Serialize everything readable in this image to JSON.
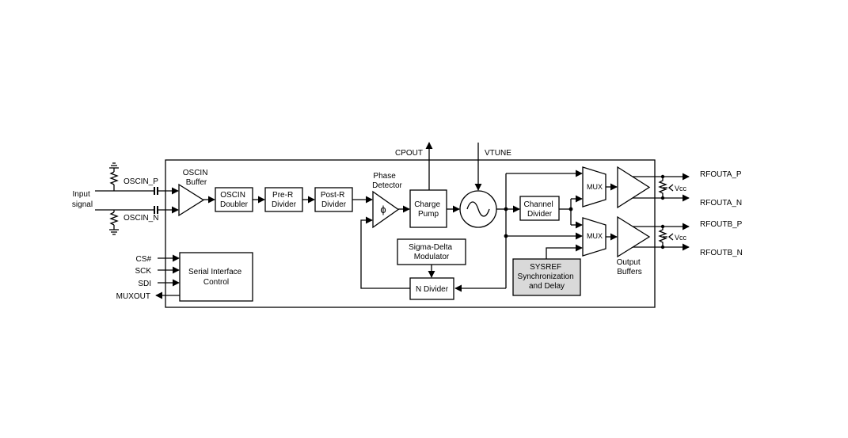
{
  "blocks": {
    "oscin_doubler": [
      "OSCIN",
      "Doubler"
    ],
    "pre_r_divider": [
      "Pre-R",
      "Divider"
    ],
    "post_r_divider": [
      "Post-R",
      "Divider"
    ],
    "charge_pump": [
      "Charge",
      "Pump"
    ],
    "channel_divider": [
      "Channel",
      "Divider"
    ],
    "sigma_delta": [
      "Sigma-Delta",
      "Modulator"
    ],
    "n_divider": "N Divider",
    "serial_interface": [
      "Serial Interface",
      "Control"
    ],
    "sysref": [
      "SYSREF",
      "Synchronization",
      "and Delay"
    ]
  },
  "labels": {
    "oscin_buffer": [
      "OSCIN",
      "Buffer"
    ],
    "phase_detector": [
      "Phase",
      "Detector"
    ],
    "phase_symbol": "ϕ",
    "output_buffers": [
      "Output",
      "Buffers"
    ],
    "mux_a": "MUX",
    "mux_b": "MUX"
  },
  "pins": {
    "input_signal": [
      "Input",
      "signal"
    ],
    "oscin_p": "OSCIN_P",
    "oscin_n": "OSCIN_N",
    "cs": "CS#",
    "sck": "SCK",
    "sdi": "SDI",
    "muxout": "MUXOUT",
    "cpout": "CPOUT",
    "vtune": "VTUNE",
    "rfouta_p": "RFOUTA_P",
    "rfouta_n": "RFOUTA_N",
    "rfoutb_p": "RFOUTB_P",
    "rfoutb_n": "RFOUTB_N",
    "vcc_a": "Vcc",
    "vcc_b": "Vcc"
  }
}
